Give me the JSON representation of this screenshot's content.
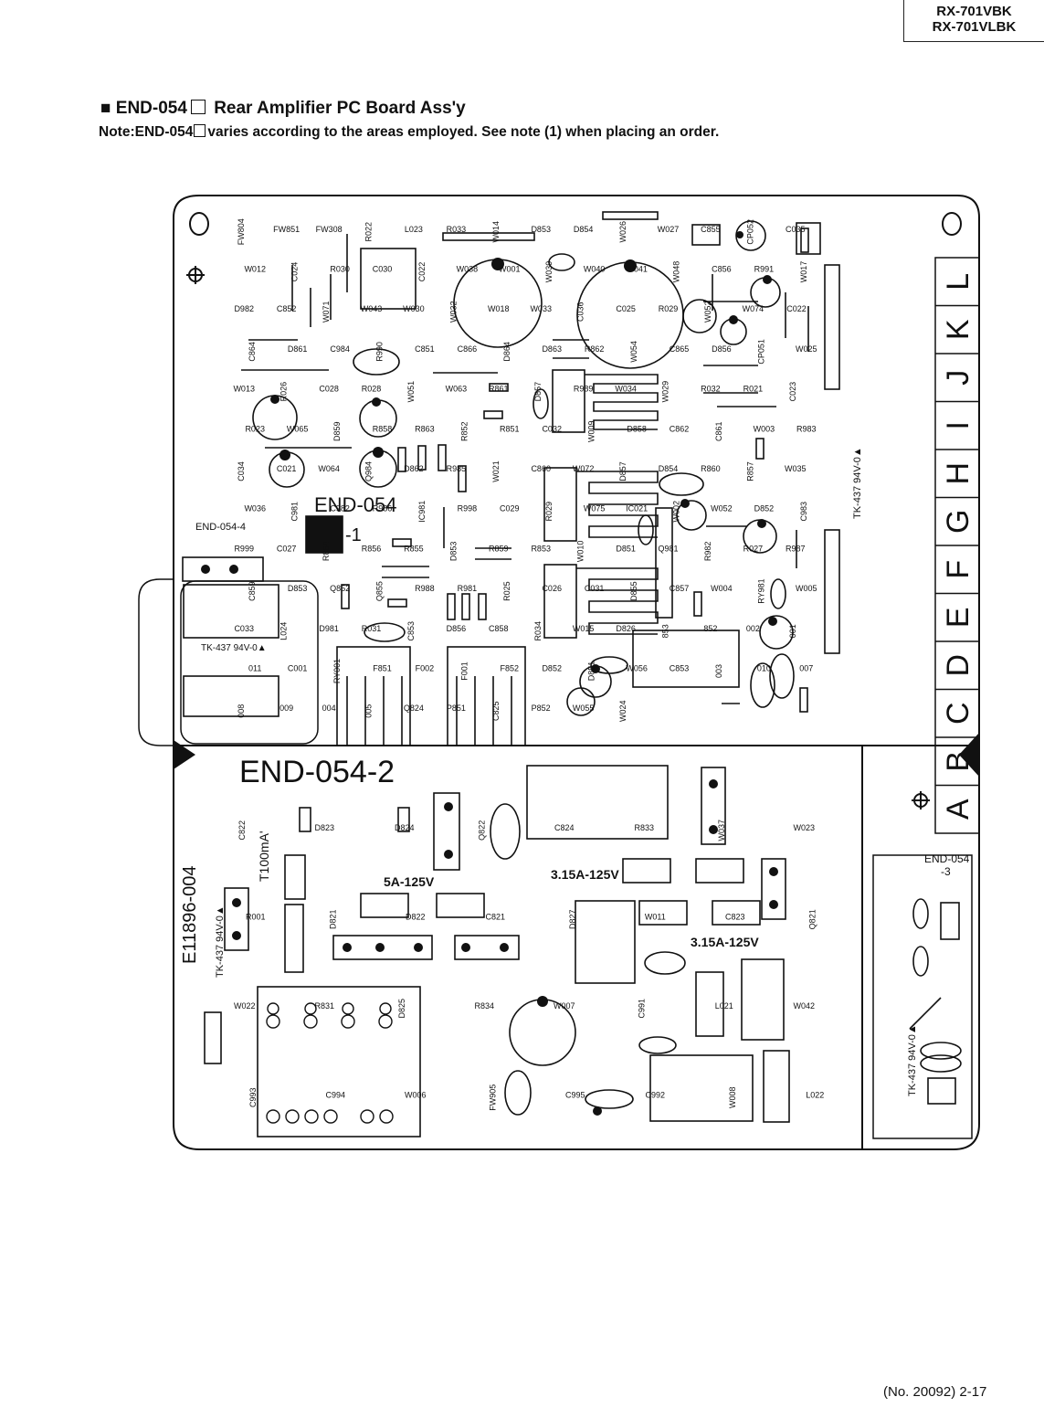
{
  "header": {
    "model_lines": [
      "RX-701VBK",
      "RX-701VLBK"
    ]
  },
  "title": {
    "bullet": "■",
    "part_code": "END-054",
    "name": "Rear Amplifier PC Board Ass'y"
  },
  "note": {
    "prefix": "Note:END-054",
    "text": "varies according to the areas employed. See note (1) when placing an order."
  },
  "board": {
    "sections": [
      {
        "label": "END-054",
        "suffix": "-1"
      },
      {
        "label": "END-054-2"
      },
      {
        "label": "END-054",
        "suffix": "-3"
      },
      {
        "label": "END-054-4"
      }
    ],
    "grid_letters": [
      "L",
      "K",
      "J",
      "I",
      "H",
      "G",
      "F",
      "E",
      "D",
      "C",
      "B",
      "A"
    ],
    "ratings": [
      "5A-125V",
      "3.15A-125V",
      "3.15A-125V",
      "T100mA'"
    ],
    "board_codes": [
      "TK-437 94V-0▲",
      "E11896-004"
    ],
    "components": [
      "FW804",
      "FW851",
      "FW308",
      "R022",
      "L023",
      "R033",
      "W014",
      "D853",
      "D854",
      "W026",
      "W027",
      "C855",
      "CP052",
      "C035",
      "W012",
      "C024",
      "R030",
      "C030",
      "C022",
      "W038",
      "W001",
      "W039",
      "W040",
      "W041",
      "W048",
      "C856",
      "R991",
      "W017",
      "D982",
      "C852",
      "W071",
      "W043",
      "W030",
      "W032",
      "W018",
      "W033",
      "C036",
      "C025",
      "R029",
      "W052",
      "W074",
      "IC022",
      "C864",
      "D861",
      "C984",
      "R990",
      "C851",
      "C866",
      "D864",
      "D863",
      "R862",
      "W054",
      "C865",
      "D856",
      "CP051",
      "W025",
      "W013",
      "R026",
      "C028",
      "R028",
      "W051",
      "W063",
      "R861",
      "D857",
      "R989",
      "W034",
      "W029",
      "R032",
      "R021",
      "C023",
      "R023",
      "W065",
      "D859",
      "R858",
      "R863",
      "R852",
      "R851",
      "C032",
      "W009",
      "D858",
      "C862",
      "C861",
      "W003",
      "R983",
      "C034",
      "C021",
      "W064",
      "Q984",
      "D862",
      "R985",
      "W021",
      "C860",
      "W072",
      "D857",
      "D854",
      "R860",
      "R857",
      "W035",
      "W036",
      "C981",
      "C982",
      "R986",
      "IC981",
      "R998",
      "C029",
      "R029",
      "W075",
      "IC021",
      "W002",
      "W052",
      "D852",
      "C983",
      "R999",
      "C027",
      "R854",
      "R856",
      "R855",
      "D853",
      "R859",
      "R853",
      "W010",
      "D851",
      "Q981",
      "R982",
      "R027",
      "R987",
      "C859",
      "D853",
      "Q852",
      "Q855",
      "R988",
      "R981",
      "R025",
      "C026",
      "C031",
      "D855",
      "C857",
      "W004",
      "RY981",
      "W005",
      "C033",
      "L024",
      "D981",
      "R031",
      "C853",
      "D856",
      "C858",
      "R034",
      "W015",
      "D826",
      "853",
      "852",
      "002",
      "001",
      "011",
      "C001",
      "RY001",
      "F851",
      "F002",
      "F001",
      "F852",
      "D852",
      "D851",
      "W056",
      "C853",
      "003",
      "010",
      "007",
      "008",
      "009",
      "004",
      "005",
      "Q824",
      "P851",
      "C825",
      "P852",
      "W055",
      "W024",
      "C822",
      "D823",
      "D824",
      "Q822",
      "C824",
      "R833",
      "W037",
      "W023",
      "R001",
      "D821",
      "D822",
      "C821",
      "D827",
      "W011",
      "C823",
      "Q821",
      "W022",
      "R831",
      "D825",
      "R834",
      "W007",
      "C991",
      "L021",
      "W042",
      "C993",
      "C994",
      "W006",
      "FW905",
      "C995",
      "C992",
      "W008",
      "L022"
    ]
  },
  "footer": {
    "page_ref": "(No. 20092) 2-17"
  }
}
